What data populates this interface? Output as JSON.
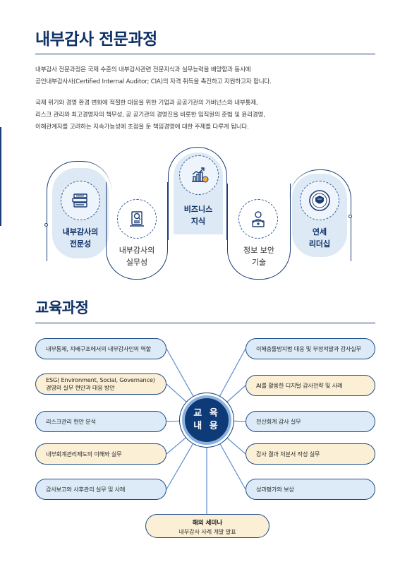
{
  "header": {
    "title": "내부감사 전문과정"
  },
  "intro": {
    "line1": "내부감사 전문과정은  국제 수준의 내부감사관련 전문지식과 실무능력을 배양함과 동시에",
    "line2": "공인내부감사사(Certified Internal Auditor;  CIA)의 자격 취득을 촉진하고 지원하고자 합니다.",
    "line3": "국제 위기와 경영 환경 변화에  적절한 대응을 위한 기업과 공공기관의 거버넌스와 내부통제,",
    "line4": "리스크 관리와 최고경영자의 책무성,  공 공기관의 경영진을 비롯한 임직원의 준법 및 윤리경영,",
    "line5": "이해관계자를 고려하는 지속가능성에 초점을 둔 책임경영에 대한 주제를 다루게 됩니다."
  },
  "pillars": [
    {
      "label": "내부감사의\n전문성",
      "icon": "books-icon"
    },
    {
      "label": "내부감사의\n실무성",
      "icon": "document-magnifier-icon"
    },
    {
      "label": "비즈니스\n지식",
      "icon": "growth-chart-icon"
    },
    {
      "label": "정보 보안\n기술",
      "icon": "person-laptop-icon"
    },
    {
      "label": "연세\n리더십",
      "icon": "university-seal-icon"
    }
  ],
  "curriculum": {
    "title": "교육과정",
    "center": {
      "line1": "교 육",
      "line2": "내 용"
    },
    "left": [
      "내부통제,  지배구조에서의 내부감사인의 역할",
      "ESG( Environment, Social, Governance) 경영의 실무 현안과 대응 방안",
      "리스크관리 현안 분석",
      "내부회계관리제도의 이해와 실무",
      "감사보고와 사후관리 실무 및 사례"
    ],
    "right": [
      "이해충돌방지법 대응 및 부정적발과 감사실무",
      "AI를 활용한 디지털 감사전략 및 사례",
      "전산회계 감사 실무",
      "감사 결과 처분서 작성 실무",
      "성과평가와 보상"
    ],
    "bottom": {
      "title": "해외 세미나",
      "subtitle": "내부감사 사례 개발 발표"
    }
  },
  "colors": {
    "navy": "#0f3166",
    "light_blue": "#dcebf7",
    "tan": "#fbefd6"
  }
}
